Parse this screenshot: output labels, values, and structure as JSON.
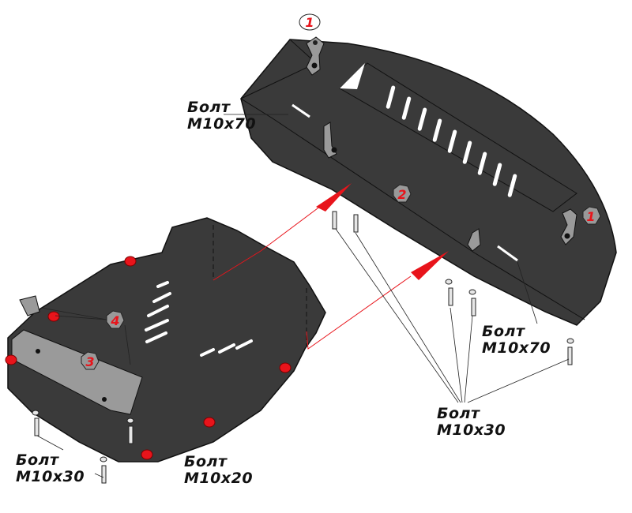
{
  "colors": {
    "plate": "#3a3a3a",
    "plate_edge": "#111111",
    "accent": "#e8141b",
    "bracket": "#9a9a9a"
  },
  "callouts": [
    "1",
    "1",
    "2",
    "3",
    "4"
  ],
  "labels": {
    "bolt_top": {
      "line1": "Болт",
      "line2": "M10x70"
    },
    "bolt_right_70": {
      "line1": "Болт",
      "line2": "M10x70"
    },
    "bolt_right_30": {
      "line1": "Болт",
      "line2": "M10x30"
    },
    "bolt_left_30": {
      "line1": "Болт",
      "line2": "M10x30"
    },
    "bolt_left_20": {
      "line1": "Болт",
      "line2": "M10x20"
    }
  }
}
